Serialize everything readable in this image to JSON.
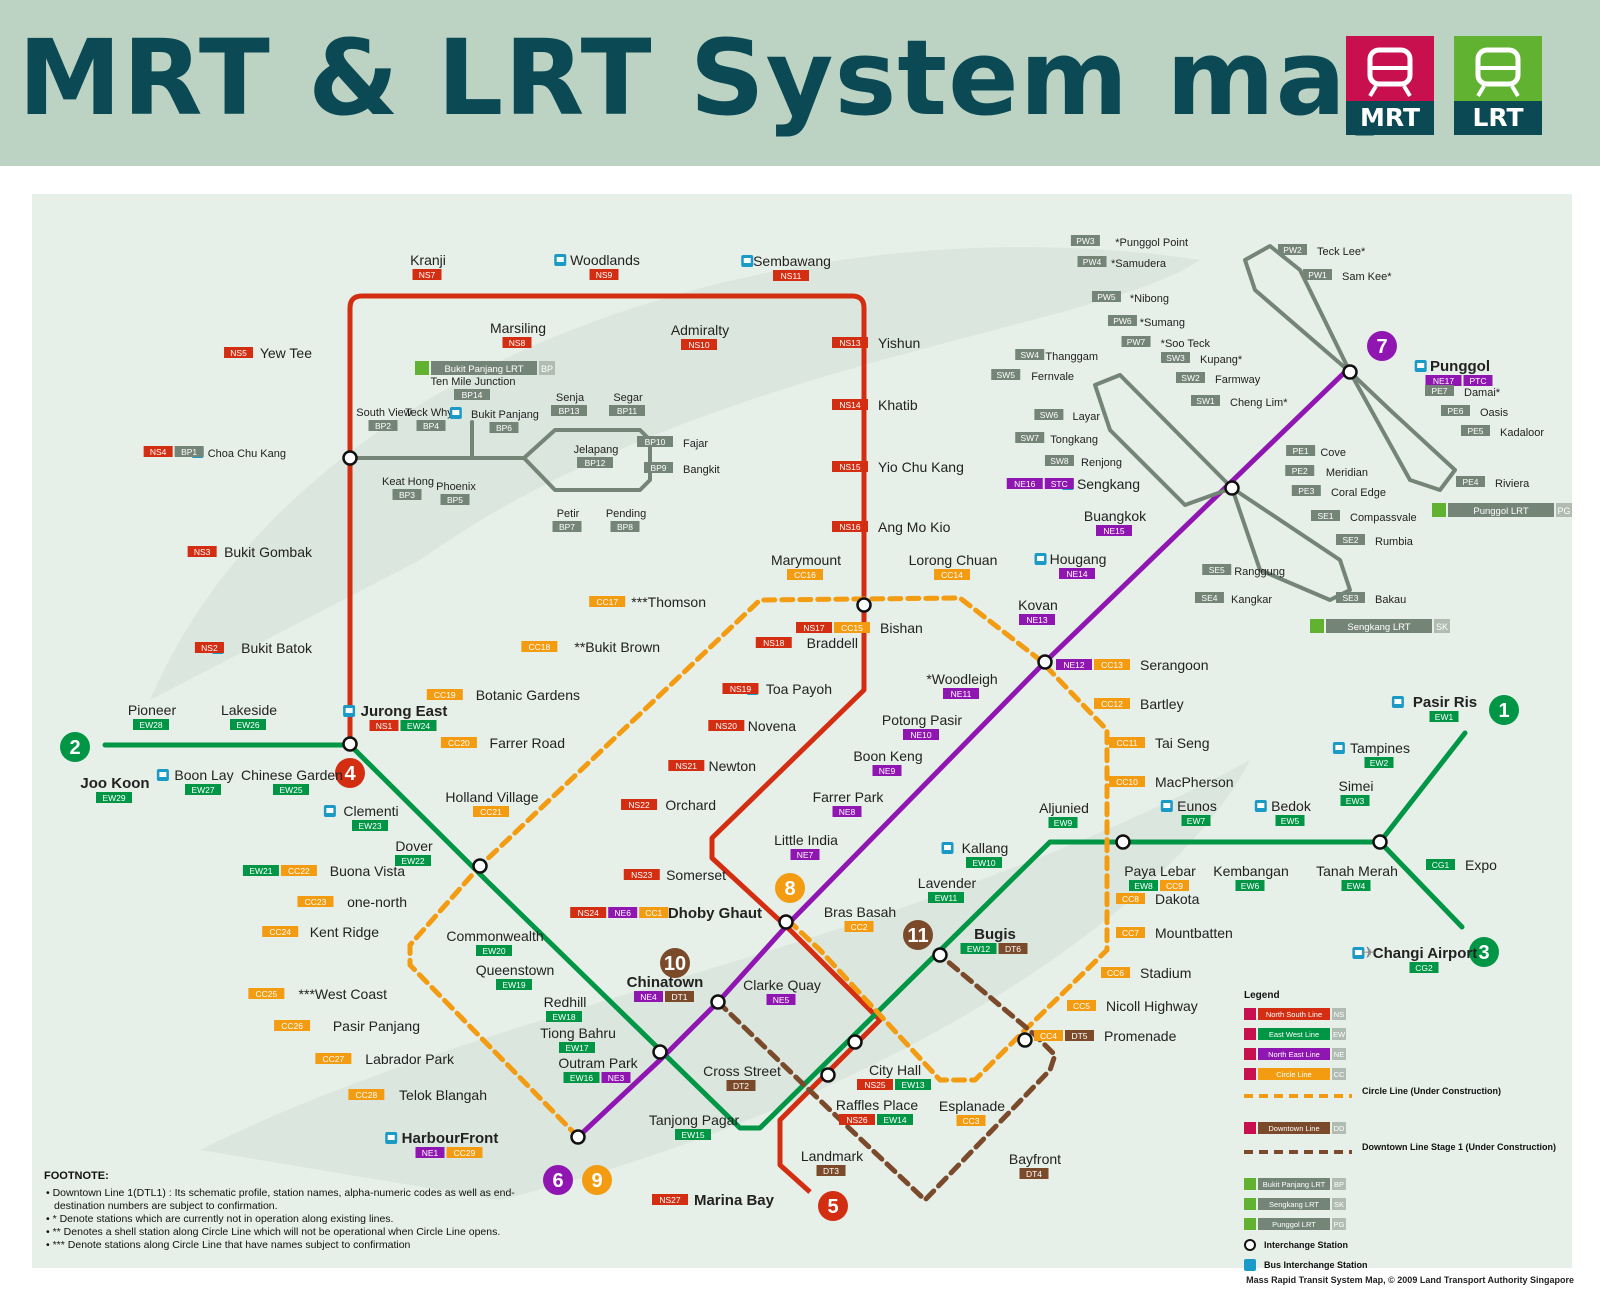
{
  "header": {
    "title": "MRT & LRT System map",
    "logos": [
      {
        "label": "MRT",
        "color": "#c8104f"
      },
      {
        "label": "LRT",
        "color": "#62b231"
      }
    ]
  },
  "colors": {
    "ns": "#d42e12",
    "ew": "#009645",
    "ne": "#9016b2",
    "cc": "#f39c12",
    "dt": "#7a4a2a",
    "lrt": "#748477",
    "bg": "#e6efe8",
    "ink": "#222"
  },
  "line_markers": [
    {
      "num": "1",
      "color": "#009645"
    },
    {
      "num": "2",
      "color": "#009645"
    },
    {
      "num": "3",
      "color": "#009645"
    },
    {
      "num": "4",
      "color": "#d42e12"
    },
    {
      "num": "5",
      "color": "#d42e12"
    },
    {
      "num": "6",
      "color": "#9016b2"
    },
    {
      "num": "7",
      "color": "#9016b2"
    },
    {
      "num": "8",
      "color": "#f39c12"
    },
    {
      "num": "9",
      "color": "#f39c12"
    },
    {
      "num": "10",
      "color": "#7a4a2a"
    },
    {
      "num": "11",
      "color": "#7a4a2a"
    }
  ],
  "stations": [
    {
      "name": "Kranji",
      "codes": [
        "NS7"
      ]
    },
    {
      "name": "Woodlands",
      "codes": [
        "NS9"
      ],
      "bus": true
    },
    {
      "name": "Sembawang",
      "codes": [
        "NS11"
      ],
      "bus": true
    },
    {
      "name": "Marsiling",
      "codes": [
        "NS8"
      ]
    },
    {
      "name": "Admiralty",
      "codes": [
        "NS10"
      ]
    },
    {
      "name": "Yishun",
      "codes": [
        "NS13"
      ],
      "bus": true
    },
    {
      "name": "Khatib",
      "codes": [
        "NS14"
      ]
    },
    {
      "name": "Yio Chu Kang",
      "codes": [
        "NS15"
      ],
      "bus": true
    },
    {
      "name": "Ang Mo Kio",
      "codes": [
        "NS16"
      ],
      "bus": true
    },
    {
      "name": "Bishan",
      "codes": [
        "NS17",
        "CC15"
      ],
      "bus": true
    },
    {
      "name": "Braddell",
      "codes": [
        "NS18"
      ]
    },
    {
      "name": "Toa Payoh",
      "codes": [
        "NS19"
      ],
      "bus": true
    },
    {
      "name": "Novena",
      "codes": [
        "NS20"
      ]
    },
    {
      "name": "Newton",
      "codes": [
        "NS21"
      ]
    },
    {
      "name": "Orchard",
      "codes": [
        "NS22"
      ]
    },
    {
      "name": "Somerset",
      "codes": [
        "NS23"
      ]
    },
    {
      "name": "Dhoby Ghaut",
      "codes": [
        "NS24",
        "NE6",
        "CC1"
      ]
    },
    {
      "name": "City Hall",
      "codes": [
        "NS25",
        "EW13"
      ]
    },
    {
      "name": "Raffles Place",
      "codes": [
        "NS26",
        "EW14"
      ]
    },
    {
      "name": "Marina Bay",
      "codes": [
        "NS27"
      ]
    },
    {
      "name": "Yew Tee",
      "codes": [
        "NS5"
      ]
    },
    {
      "name": "Choa Chu Kang",
      "codes": [
        "NS4",
        "BP1"
      ],
      "bus": true
    },
    {
      "name": "Bukit Gombak",
      "codes": [
        "NS3"
      ]
    },
    {
      "name": "Bukit Batok",
      "codes": [
        "NS2"
      ],
      "bus": true
    },
    {
      "name": "Jurong East",
      "codes": [
        "NS1",
        "EW24"
      ],
      "bus": true
    },
    {
      "name": "Pioneer",
      "codes": [
        "EW28"
      ]
    },
    {
      "name": "Lakeside",
      "codes": [
        "EW26"
      ]
    },
    {
      "name": "Joo Koon",
      "codes": [
        "EW29"
      ]
    },
    {
      "name": "Boon Lay",
      "codes": [
        "EW27"
      ],
      "bus": true
    },
    {
      "name": "Chinese Garden",
      "codes": [
        "EW25"
      ]
    },
    {
      "name": "Clementi",
      "codes": [
        "EW23"
      ],
      "bus": true
    },
    {
      "name": "Dover",
      "codes": [
        "EW22"
      ]
    },
    {
      "name": "Buona Vista",
      "codes": [
        "EW21",
        "CC22"
      ]
    },
    {
      "name": "Commonwealth",
      "codes": [
        "EW20"
      ]
    },
    {
      "name": "Queenstown",
      "codes": [
        "EW19"
      ]
    },
    {
      "name": "Redhill",
      "codes": [
        "EW18"
      ]
    },
    {
      "name": "Tiong Bahru",
      "codes": [
        "EW17"
      ]
    },
    {
      "name": "Outram Park",
      "codes": [
        "EW16",
        "NE3"
      ]
    },
    {
      "name": "Tanjong Pagar",
      "codes": [
        "EW15"
      ]
    },
    {
      "name": "Bugis",
      "codes": [
        "EW12",
        "DT6"
      ]
    },
    {
      "name": "Lavender",
      "codes": [
        "EW11"
      ]
    },
    {
      "name": "Kallang",
      "codes": [
        "EW10"
      ],
      "bus": true
    },
    {
      "name": "Aljunied",
      "codes": [
        "EW9"
      ]
    },
    {
      "name": "Paya Lebar",
      "codes": [
        "EW8",
        "CC9"
      ]
    },
    {
      "name": "Kembangan",
      "codes": [
        "EW6"
      ]
    },
    {
      "name": "Eunos",
      "codes": [
        "EW7"
      ],
      "bus": true
    },
    {
      "name": "Bedok",
      "codes": [
        "EW5"
      ],
      "bus": true
    },
    {
      "name": "Tanah Merah",
      "codes": [
        "EW4"
      ]
    },
    {
      "name": "Simei",
      "codes": [
        "EW3"
      ]
    },
    {
      "name": "Tampines",
      "codes": [
        "EW2"
      ],
      "bus": true
    },
    {
      "name": "Pasir Ris",
      "codes": [
        "EW1"
      ],
      "bus": true
    },
    {
      "name": "Expo",
      "codes": [
        "CG1"
      ]
    },
    {
      "name": "Changi Airport",
      "codes": [
        "CG2"
      ],
      "bus": true
    },
    {
      "name": "HarbourFront",
      "codes": [
        "NE1",
        "CC29"
      ],
      "bus": true
    },
    {
      "name": "Chinatown",
      "codes": [
        "NE4",
        "DT1"
      ]
    },
    {
      "name": "Clarke Quay",
      "codes": [
        "NE5"
      ]
    },
    {
      "name": "Little India",
      "codes": [
        "NE7"
      ]
    },
    {
      "name": "Farrer Park",
      "codes": [
        "NE8"
      ]
    },
    {
      "name": "Boon Keng",
      "codes": [
        "NE9"
      ]
    },
    {
      "name": "Potong Pasir",
      "codes": [
        "NE10"
      ]
    },
    {
      "name": "Woodleigh",
      "codes": [
        "NE11"
      ],
      "prefix": "*"
    },
    {
      "name": "Serangoon",
      "codes": [
        "NE12",
        "CC13"
      ],
      "bus": true
    },
    {
      "name": "Kovan",
      "codes": [
        "NE13"
      ]
    },
    {
      "name": "Hougang",
      "codes": [
        "NE14"
      ],
      "bus": true
    },
    {
      "name": "Buangkok",
      "codes": [
        "NE15"
      ]
    },
    {
      "name": "Sengkang",
      "codes": [
        "NE16",
        "STC"
      ],
      "bus": true
    },
    {
      "name": "Punggol",
      "codes": [
        "NE17",
        "PTC"
      ],
      "bus": true
    },
    {
      "name": "Marymount",
      "codes": [
        "CC16"
      ]
    },
    {
      "name": "Lorong Chuan",
      "codes": [
        "CC14"
      ]
    },
    {
      "name": "Thomson",
      "codes": [
        "CC17"
      ],
      "prefix": "***"
    },
    {
      "name": "Bukit Brown",
      "codes": [
        "CC18"
      ],
      "prefix": "**"
    },
    {
      "name": "Botanic Gardens",
      "codes": [
        "CC19"
      ]
    },
    {
      "name": "Farrer Road",
      "codes": [
        "CC20"
      ]
    },
    {
      "name": "Holland Village",
      "codes": [
        "CC21"
      ]
    },
    {
      "name": "one-north",
      "codes": [
        "CC23"
      ]
    },
    {
      "name": "Kent Ridge",
      "codes": [
        "CC24"
      ]
    },
    {
      "name": "West Coast",
      "codes": [
        "CC25"
      ],
      "prefix": "***"
    },
    {
      "name": "Pasir  Panjang",
      "codes": [
        "CC26"
      ]
    },
    {
      "name": "Labrador Park",
      "codes": [
        "CC27"
      ]
    },
    {
      "name": "Telok Blangah",
      "codes": [
        "CC28"
      ]
    },
    {
      "name": "Bras Basah",
      "codes": [
        "CC2"
      ]
    },
    {
      "name": "Esplanade",
      "codes": [
        "CC3"
      ]
    },
    {
      "name": "Promenade",
      "codes": [
        "CC4",
        "DT5"
      ]
    },
    {
      "name": "Nicoll Highway",
      "codes": [
        "CC5"
      ]
    },
    {
      "name": "Stadium",
      "codes": [
        "CC6"
      ]
    },
    {
      "name": "Mountbatten",
      "codes": [
        "CC7"
      ]
    },
    {
      "name": "Dakota",
      "codes": [
        "CC8"
      ]
    },
    {
      "name": "MacPherson",
      "codes": [
        "CC10"
      ]
    },
    {
      "name": "Tai Seng",
      "codes": [
        "CC11"
      ]
    },
    {
      "name": "Bartley",
      "codes": [
        "CC12"
      ]
    },
    {
      "name": "Cross Street",
      "codes": [
        "DT2"
      ]
    },
    {
      "name": "Landmark",
      "codes": [
        "DT3"
      ]
    },
    {
      "name": "Bayfront",
      "codes": [
        "DT4"
      ]
    },
    {
      "name": "Ten Mile Junction",
      "codes": [
        "BP14"
      ]
    },
    {
      "name": "South View",
      "codes": [
        "BP2"
      ]
    },
    {
      "name": "Teck Whye",
      "codes": [
        "BP4"
      ]
    },
    {
      "name": "Keat Hong",
      "codes": [
        "BP3"
      ]
    },
    {
      "name": "Phoenix",
      "codes": [
        "BP5"
      ]
    },
    {
      "name": "Bukit Panjang",
      "codes": [
        "BP6"
      ],
      "bus": true
    },
    {
      "name": "Senja",
      "codes": [
        "BP13"
      ]
    },
    {
      "name": "Segar",
      "codes": [
        "BP11"
      ]
    },
    {
      "name": "Jelapang",
      "codes": [
        "BP12"
      ]
    },
    {
      "name": "Fajar",
      "codes": [
        "BP10"
      ]
    },
    {
      "name": "Bangkit",
      "codes": [
        "BP9"
      ]
    },
    {
      "name": "Petir",
      "codes": [
        "BP7"
      ]
    },
    {
      "name": "Pending",
      "codes": [
        "BP8"
      ]
    },
    {
      "name": "Punggol Point",
      "codes": [
        "PW3"
      ],
      "prefix": "*"
    },
    {
      "name": "Samudera",
      "codes": [
        "PW4"
      ],
      "prefix": "*"
    },
    {
      "name": "Nibong",
      "codes": [
        "PW5"
      ],
      "prefix": "*"
    },
    {
      "name": "Sumang",
      "codes": [
        "PW6"
      ],
      "prefix": "*"
    },
    {
      "name": "Soo Teck",
      "codes": [
        "PW7"
      ],
      "prefix": "*"
    },
    {
      "name": "Teck Lee",
      "codes": [
        "PW2"
      ],
      "suffix": "*"
    },
    {
      "name": "Sam Kee",
      "codes": [
        "PW1"
      ],
      "suffix": "*"
    },
    {
      "name": "Damai",
      "codes": [
        "PE7"
      ],
      "suffix": "*"
    },
    {
      "name": "Oasis",
      "codes": [
        "PE6"
      ]
    },
    {
      "name": "Kadaloor",
      "codes": [
        "PE5"
      ]
    },
    {
      "name": "Riviera",
      "codes": [
        "PE4"
      ]
    },
    {
      "name": "Coral Edge",
      "codes": [
        "PE3"
      ]
    },
    {
      "name": "Meridian",
      "codes": [
        "PE2"
      ]
    },
    {
      "name": "Cove",
      "codes": [
        "PE1"
      ]
    },
    {
      "name": "Thanggam",
      "codes": [
        "SW4"
      ]
    },
    {
      "name": "Fernvale",
      "codes": [
        "SW5"
      ]
    },
    {
      "name": "Kupang",
      "codes": [
        "SW3"
      ],
      "suffix": "*"
    },
    {
      "name": "Farmway",
      "codes": [
        "SW2"
      ]
    },
    {
      "name": "Cheng Lim",
      "codes": [
        "SW1"
      ],
      "suffix": "*"
    },
    {
      "name": "Layar",
      "codes": [
        "SW6"
      ]
    },
    {
      "name": "Tongkang",
      "codes": [
        "SW7"
      ]
    },
    {
      "name": "Renjong",
      "codes": [
        "SW8"
      ]
    },
    {
      "name": "Compassvale",
      "codes": [
        "SE1"
      ]
    },
    {
      "name": "Rumbia",
      "codes": [
        "SE2"
      ]
    },
    {
      "name": "Bakau",
      "codes": [
        "SE3"
      ]
    },
    {
      "name": "Kangkar",
      "codes": [
        "SE4"
      ]
    },
    {
      "name": "Ranggung",
      "codes": [
        "SE5"
      ]
    }
  ],
  "lrt_labels": [
    {
      "name": "Bukit Panjang LRT",
      "code": "BP"
    },
    {
      "name": "Punggol LRT",
      "code": "PG"
    },
    {
      "name": "Sengkang LRT",
      "code": "SK"
    }
  ],
  "legend": {
    "title": "Legend",
    "items": [
      {
        "label": "North South Line",
        "code": "NS",
        "color": "#d42e12"
      },
      {
        "label": "East West Line",
        "code": "EW",
        "color": "#009645"
      },
      {
        "label": "North East Line",
        "code": "NE",
        "color": "#9016b2"
      },
      {
        "label": "Circle Line",
        "code": "CC",
        "color": "#f39c12"
      },
      {
        "label": "Circle Line (Under Construction)",
        "style": "dashed",
        "color": "#f39c12"
      },
      {
        "label": "Downtown Line",
        "code": "DD",
        "color": "#7a4a2a"
      },
      {
        "label": "Downtown Line Stage 1 (Under Construction)",
        "style": "dashed",
        "color": "#7a4a2a"
      },
      {
        "label": "Bukit Panjang LRT",
        "code": "BP",
        "color": "#748477"
      },
      {
        "label": "Sengkang LRT",
        "code": "SK",
        "color": "#748477"
      },
      {
        "label": "Punggol LRT",
        "code": "PG",
        "color": "#748477"
      },
      {
        "label": "Interchange Station",
        "style": "interchange"
      },
      {
        "label": "Bus Interchange Station",
        "style": "bus"
      }
    ]
  },
  "footnote": {
    "title": "FOOTNOTE:",
    "items": [
      "Downtown Line 1(DTL1) : Its schematic profile, station names, alpha-numeric codes as well as end-destination numbers are subject to confirmation.",
      "*  Denote stations which are currently not in operation along existing lines.",
      "** Denotes a shell station along Circle Line which will not be operational when Circle Line opens.",
      "*** Denote stations along Circle Line that have names subject to confirmation"
    ]
  },
  "credit": "Mass Rapid Transit System Map, © 2009 Land Transport Authority Singapore"
}
